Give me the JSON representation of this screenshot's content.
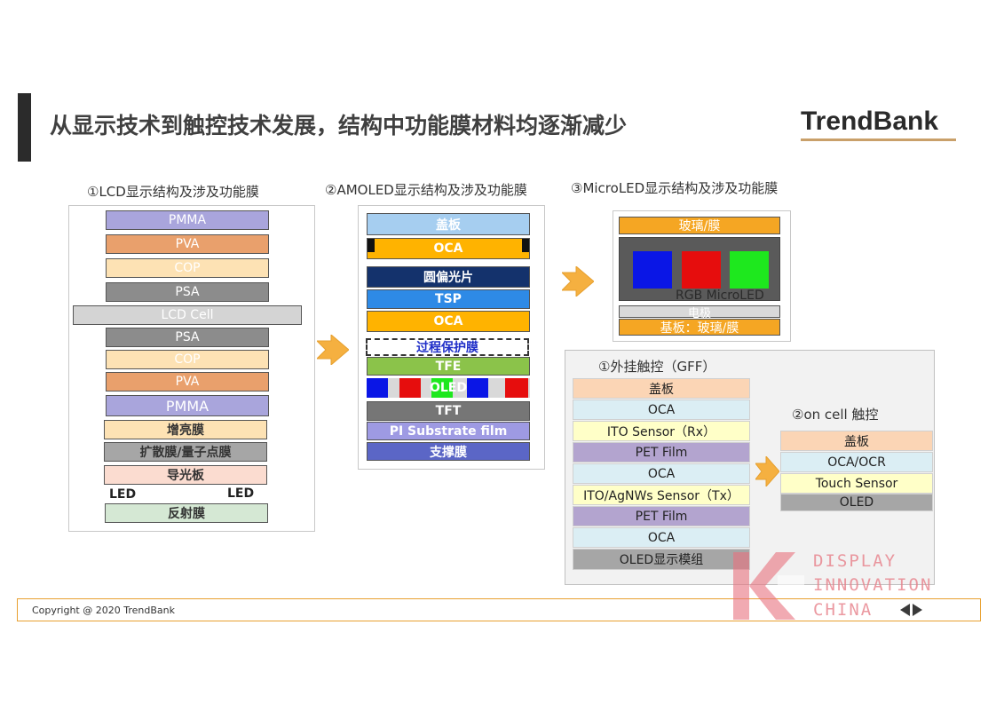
{
  "header": {
    "title": "从显示技术到触控技术发展，结构中功能膜材料均逐渐减少",
    "brand": "TrendBank"
  },
  "lcd": {
    "title": "①LCD显示结构及涉及功能膜",
    "layers": [
      "PMMA",
      "PVA",
      "COP",
      "PSA",
      "LCD Cell",
      "PSA",
      "COP",
      "PVA",
      "PMMA",
      "增亮膜",
      "扩散膜/量子点膜",
      "导光板"
    ],
    "led_left": "LED",
    "led_right": "LED",
    "reflector": "反射膜"
  },
  "amoled": {
    "title": "②AMOLED显示结构及涉及功能膜",
    "layers": [
      "盖板",
      "OCA",
      "圆偏光片",
      "TSP",
      "OCA",
      "过程保护膜",
      "TFE",
      "OLED",
      "TFT",
      "PI Substrate film",
      "支撑膜"
    ]
  },
  "microled": {
    "title": "③MicroLED显示结构及涉及功能膜",
    "top": "玻璃/膜",
    "rgb_label": "RGB MicroLED",
    "electrode": "电极",
    "substrate": "基板：玻璃/膜"
  },
  "gff": {
    "title": "①外挂触控（GFF）",
    "layers": [
      "盖板",
      "OCA",
      "ITO Sensor（Rx）",
      "PET Film",
      "OCA",
      "ITO/AgNWs  Sensor（Tx）",
      "PET Film",
      "OCA",
      "OLED显示模组"
    ]
  },
  "oncell": {
    "title": "②on cell 触控",
    "layers": [
      "盖板",
      "OCA/OCR",
      "Touch Sensor",
      "OLED"
    ]
  },
  "footer": {
    "copyright": "Copyright @ 2020 TrendBank",
    "watermark_lines": [
      "DISPLAY",
      "INNOVATION",
      "CHINA"
    ]
  },
  "colors": {
    "accent_orange": "#f5a623",
    "pmma": "#a9a5dc",
    "pva": "#e9a06c",
    "cop": "#fde2b4",
    "psa": "#8c8c8c",
    "lcd_cell": "#d4d4d4",
    "oca": "#ffb300",
    "cover": "#a6cef0"
  }
}
